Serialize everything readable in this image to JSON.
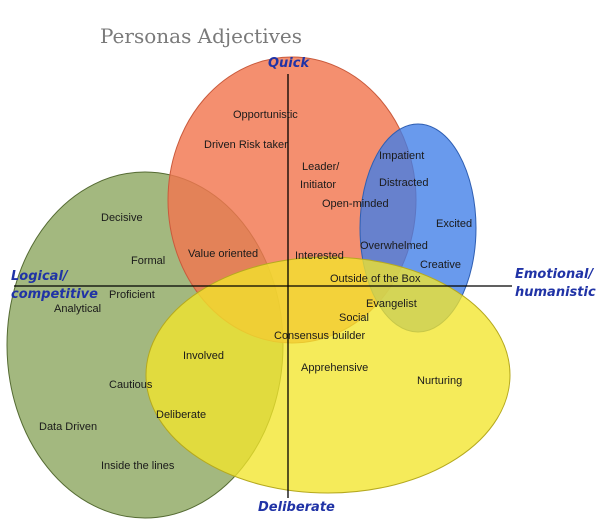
{
  "title": "Personas Adjectives",
  "axes": {
    "top": "Quick",
    "bottom": "Deliberate",
    "left_line1": "Logical/",
    "left_line2": "competitive",
    "right_line1": "Emotional/",
    "right_line2": "humanistic"
  },
  "colors": {
    "green": "#7f9c4e",
    "red": "#f2764f",
    "blue": "#3f7ee8",
    "yellow": "#f2e62c",
    "axis_label": "#2033a6"
  },
  "words": {
    "opportunistic": "Opportunistic",
    "driven_risk_taker": "Driven Risk taker",
    "leader": "Leader/",
    "initiator": "Initiator",
    "open_minded": "Open-minded",
    "impatient": "Impatient",
    "distracted": "Distracted",
    "excited": "Excited",
    "decisive": "Decisive",
    "formal": "Formal",
    "value_oriented": "Value oriented",
    "interested": "Interested",
    "overwhelmed": "Overwhelmed",
    "creative": "Creative",
    "outside_box": "Outside of the Box",
    "proficient": "Proficient",
    "analytical": "Analytical",
    "evangelist": "Evangelist",
    "social": "Social",
    "consensus_builder": "Consensus builder",
    "involved": "Involved",
    "apprehensive": "Apprehensive",
    "nurturing": "Nurturing",
    "cautious": "Cautious",
    "deliberate": "Deliberate",
    "data_driven": "Data Driven",
    "inside_lines": "Inside the lines"
  }
}
